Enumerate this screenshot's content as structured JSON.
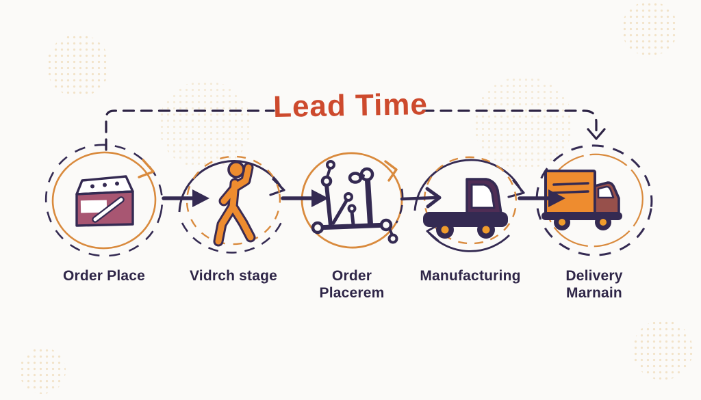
{
  "title": "Lead Time",
  "stages": [
    {
      "label": "Order Place",
      "icon": "order-box-icon"
    },
    {
      "label": "Vidrch stage",
      "icon": "walking-person-icon"
    },
    {
      "label": "Order Placerem",
      "icon": "assembly-machine-icon"
    },
    {
      "label": "Manufacturing",
      "icon": "pickup-truck-icon"
    },
    {
      "label": "Delivery Marnain",
      "icon": "delivery-truck-icon"
    }
  ],
  "colors": {
    "background": "#fbfaf8",
    "title": "#cd4a2d",
    "label": "#2e2547",
    "ring_orange": "#d98a3d",
    "ring_navy": "#342a52",
    "icon_orange": "#ee8c2f",
    "box_maroon": "#a85672",
    "cab_purple": "#4f2d55",
    "cab_maroon": "#97504b",
    "wheel_hub_orange": "#f09c2c",
    "dot_pattern": "#efdcba"
  }
}
